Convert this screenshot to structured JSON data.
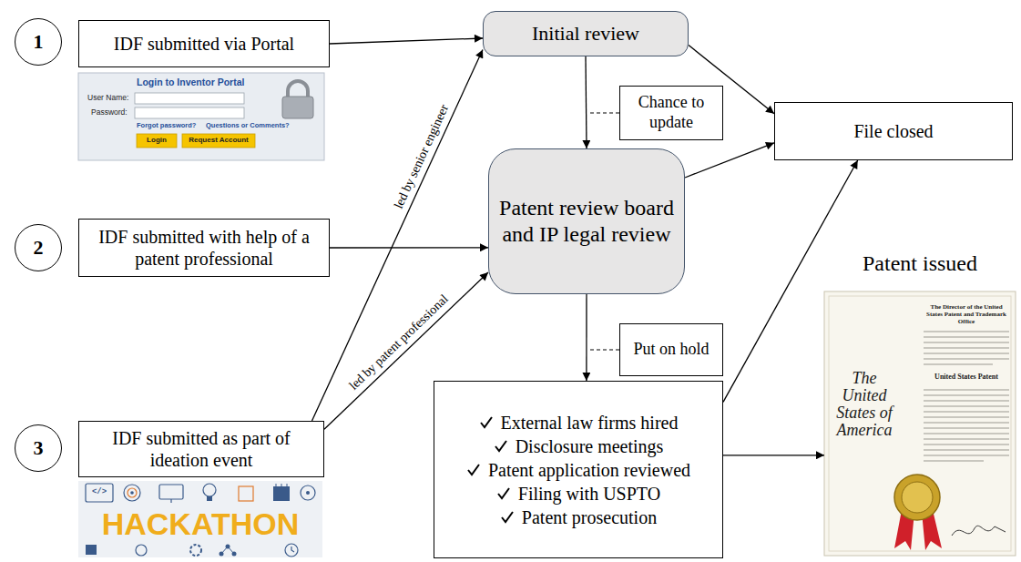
{
  "diagram": {
    "nodes": [
      {
        "text": [
          "1"
        ]
      },
      {
        "text": [
          "IDF submitted via Portal"
        ]
      },
      {
        "text": [
          "Initial review"
        ]
      },
      {
        "text": [
          "Chance to update"
        ]
      },
      {
        "text": [
          "File closed"
        ]
      },
      {
        "text": [
          "2"
        ]
      },
      {
        "text": [
          "IDF submitted with help of a patent professional"
        ]
      },
      {
        "text": [
          "Patent review board and IP legal review"
        ]
      },
      {
        "text": [
          "3"
        ]
      },
      {
        "text": [
          "IDF submitted as part of ideation event"
        ]
      },
      {
        "text": [
          "Put on hold"
        ]
      },
      {
        "text": [
          "External law firms hired",
          "Disclosure meetings",
          "Patent application reviewed",
          "Filing with USPTO",
          "Patent prosecution"
        ]
      },
      {
        "text": [
          "Patent issued"
        ]
      }
    ],
    "edges": [
      {
        "from": 1,
        "to": 2,
        "arrow": "to"
      },
      {
        "from": 2,
        "to": 4,
        "arrow": "to"
      },
      {
        "from": 2,
        "to": 7,
        "arrow": "to"
      },
      {
        "from": 6,
        "to": 7,
        "arrow": "to"
      },
      {
        "from": 9,
        "to": 2,
        "label": "led by senior engineer",
        "arrow": "to"
      },
      {
        "from": 9,
        "to": 7,
        "label": "led by patent professional",
        "arrow": "to"
      },
      {
        "from": 7,
        "to": 4,
        "arrow": "to"
      },
      {
        "from": 7,
        "to": 11,
        "arrow": "to"
      },
      {
        "from": 11,
        "to": 4,
        "arrow": "to"
      },
      {
        "from": 11,
        "to": 12,
        "arrow": "to"
      }
    ],
    "labels": [
      "Login to Inventor Portal",
      "User Name:",
      "Password:",
      "Forgot password?",
      "Questions or Comments?",
      "Login",
      "Request Account",
      "HACKATHON",
      "</>",
      "The United States of America",
      "The Director of the United States Patent and Trademark Office",
      "United States Patent"
    ]
  }
}
